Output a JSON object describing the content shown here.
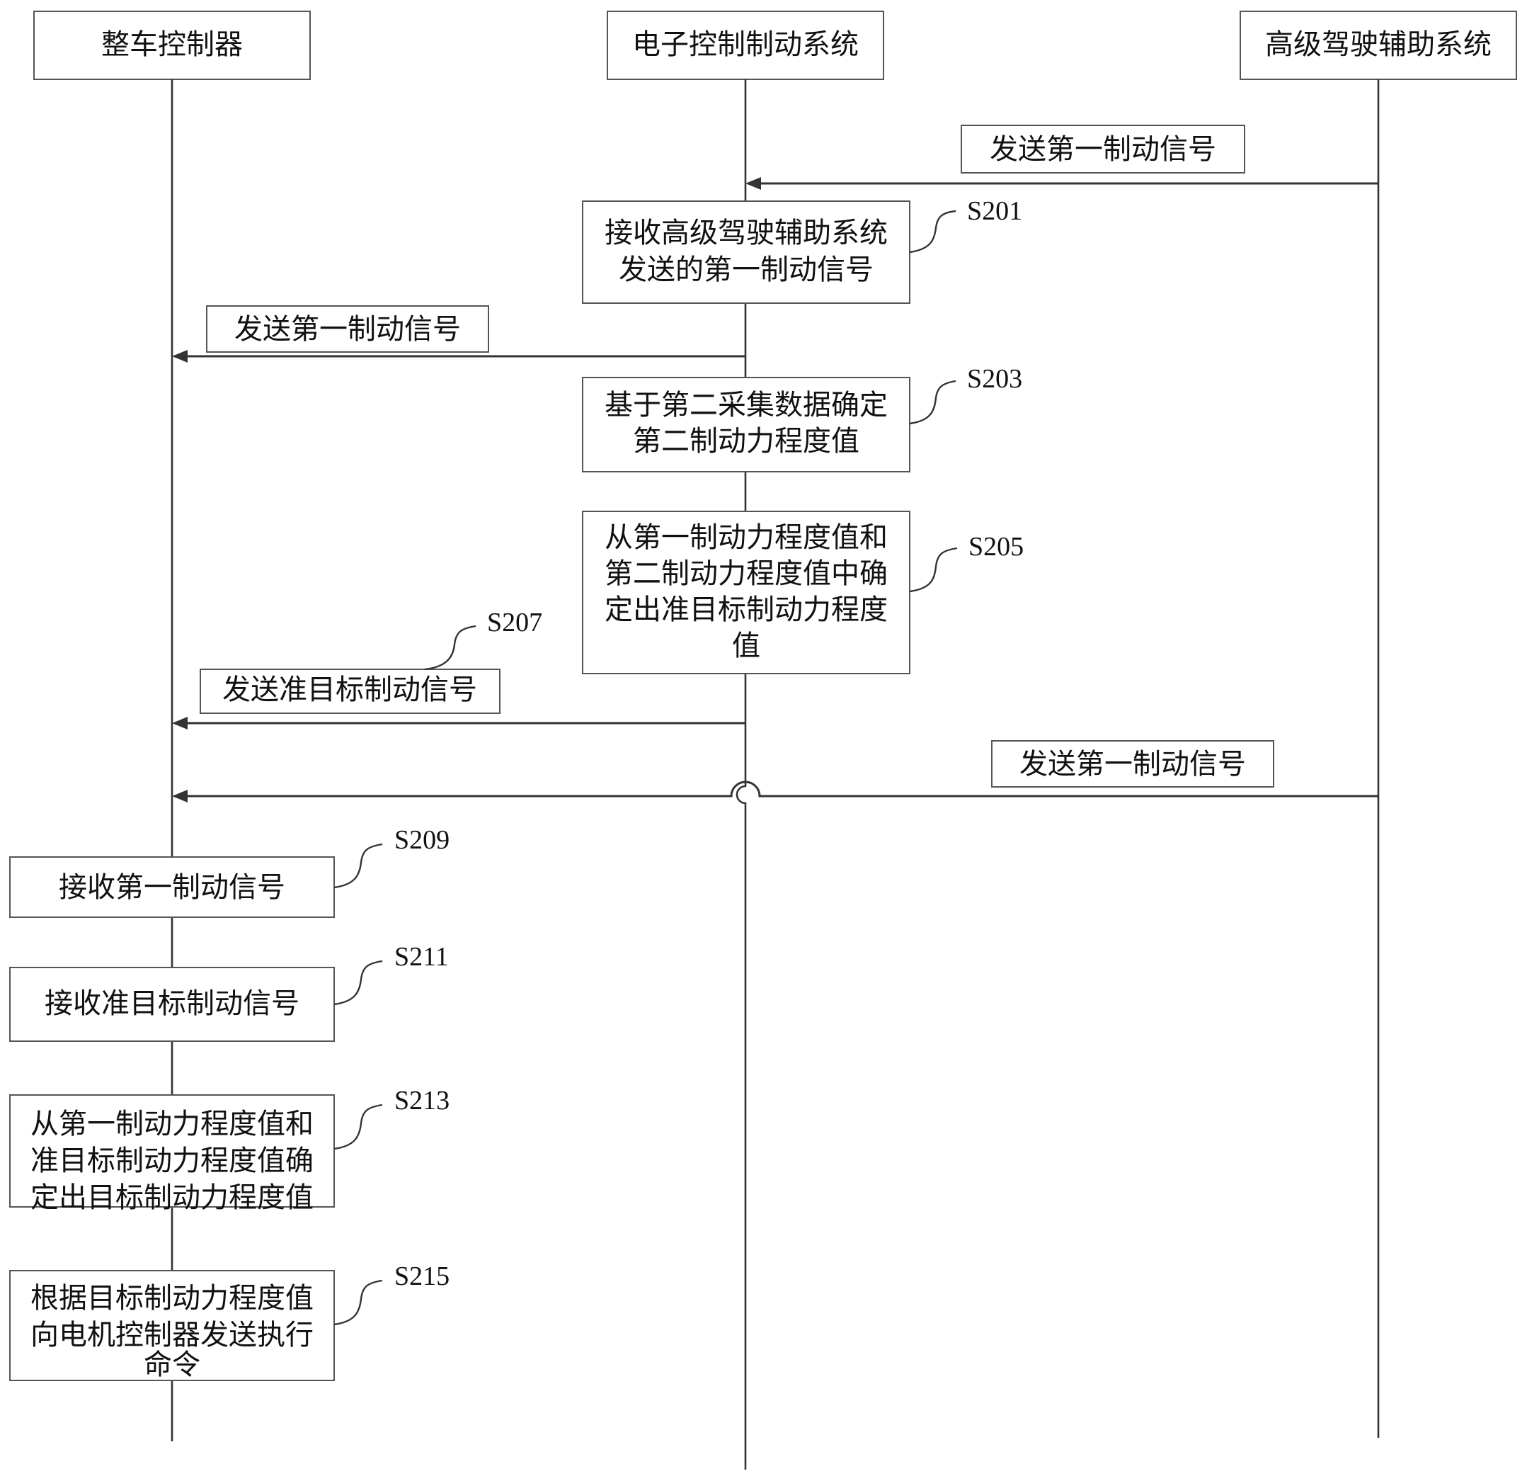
{
  "lifelines": {
    "vcu": "整车控制器",
    "ebs": "电子控制制动系统",
    "adas": "高级驾驶辅助系统"
  },
  "messages": {
    "m1": "发送第一制动信号",
    "m2": "发送第一制动信号",
    "m3": "发送准目标制动信号",
    "m4": "发送第一制动信号"
  },
  "steps": {
    "s201": {
      "id": "S201",
      "lines": [
        "接收高级驾驶辅助系统",
        "发送的第一制动信号"
      ]
    },
    "s203": {
      "id": "S203",
      "lines": [
        "基于第二采集数据确定",
        "第二制动力程度值"
      ]
    },
    "s205": {
      "id": "S205",
      "lines": [
        "从第一制动力程度值和",
        "第二制动力程度值中确",
        "定出准目标制动力程度",
        "值"
      ]
    },
    "s207": {
      "id": "S207"
    },
    "s209": {
      "id": "S209",
      "lines": [
        "接收第一制动信号"
      ]
    },
    "s211": {
      "id": "S211",
      "lines": [
        "接收准目标制动信号"
      ]
    },
    "s213": {
      "id": "S213",
      "lines": [
        "从第一制动力程度值和",
        "准目标制动力程度值确",
        "定出目标制动力程度值"
      ]
    },
    "s215": {
      "id": "S215",
      "lines": [
        "根据目标制动力程度值",
        "向电机控制器发送执行",
        "命令"
      ]
    }
  }
}
